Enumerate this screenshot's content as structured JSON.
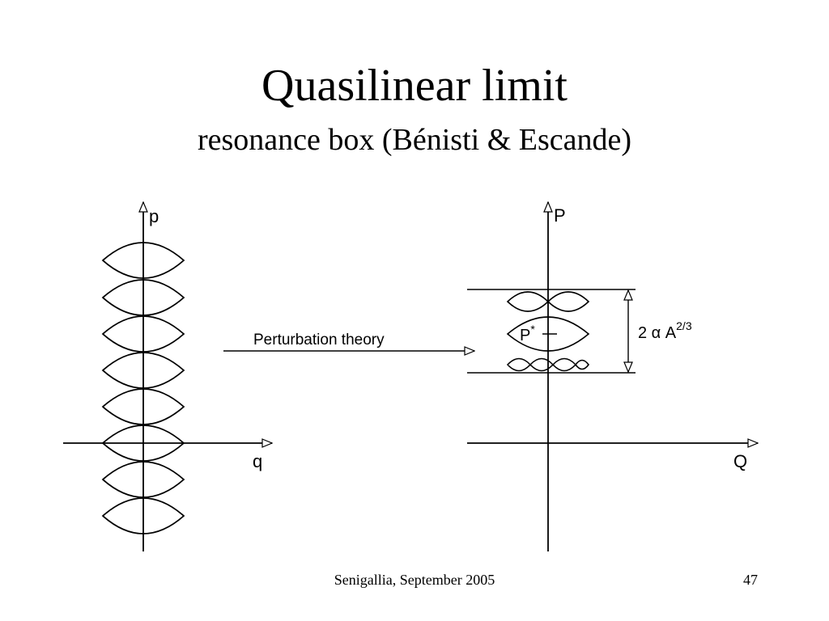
{
  "slide": {
    "title": "Quasilinear limit",
    "subtitle": "resonance box (Bénisti & Escande)"
  },
  "figure": {
    "left_axes": {
      "vertical": "p",
      "horizontal": "q"
    },
    "right_axes": {
      "vertical": "P",
      "horizontal": "Q"
    },
    "arrow_label": "Perturbation theory",
    "box_label": "2 α A",
    "box_exponent": "2/3",
    "center_point": "P",
    "center_star": "*"
  },
  "footer": {
    "text": "Senigallia, September 2005",
    "page_number": "47"
  }
}
